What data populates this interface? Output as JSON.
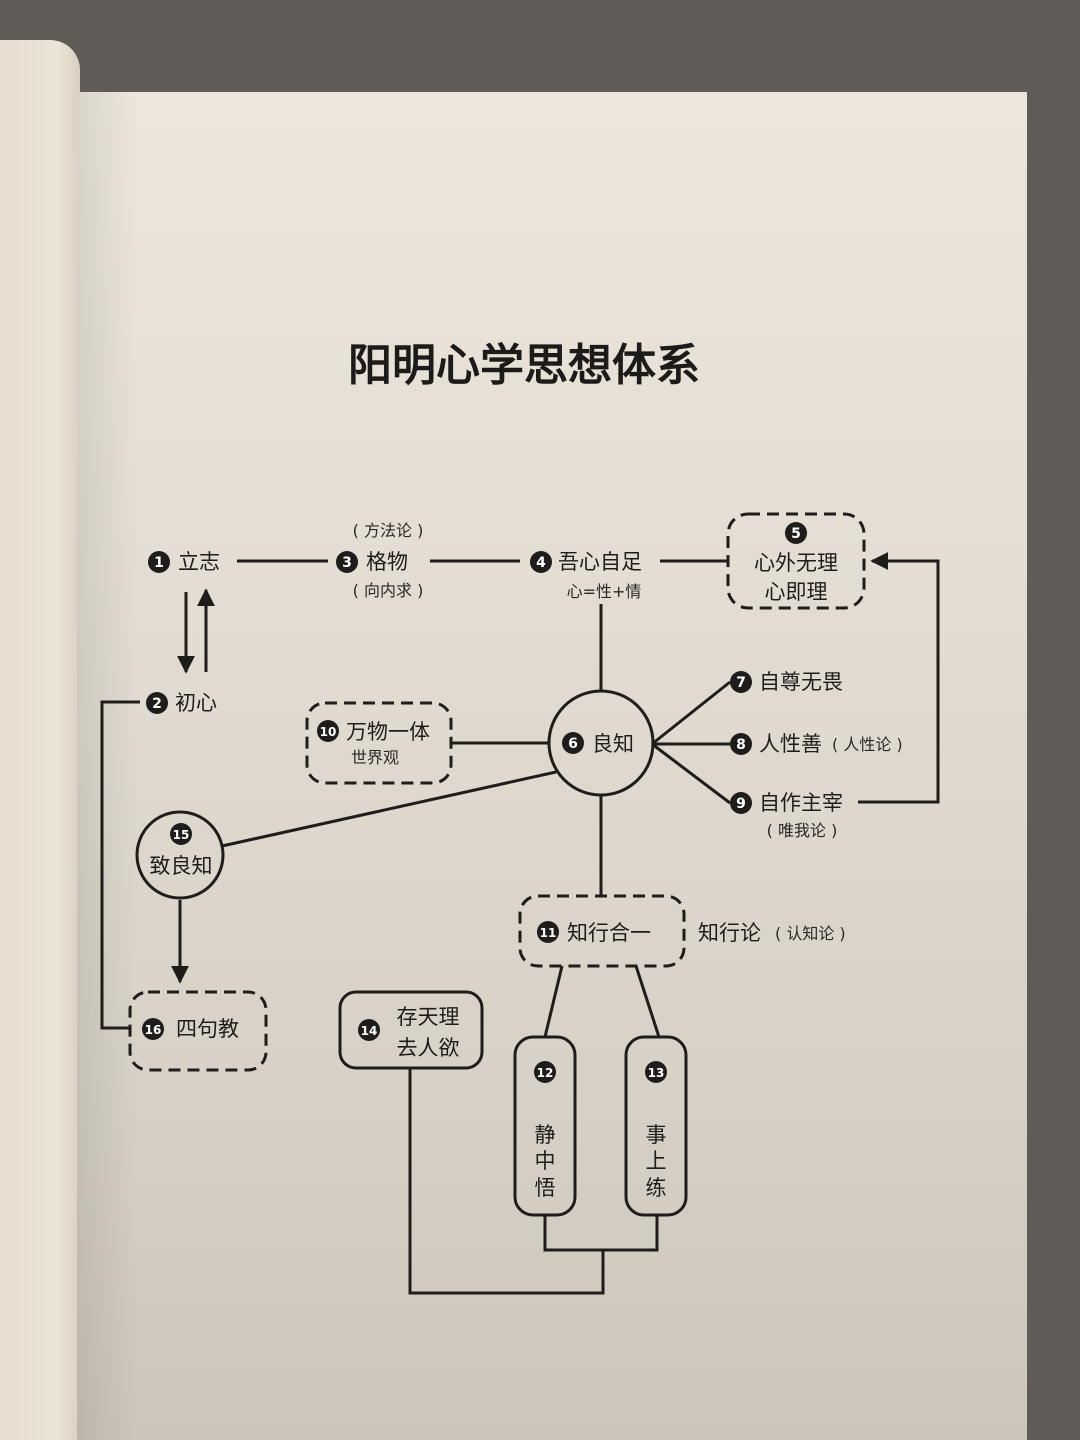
{
  "title": "阳明心学思想体系",
  "colors": {
    "ink": "#1f1d1b",
    "paper": "#e6e0d6",
    "background": "#5f5b57"
  },
  "nodes": {
    "n1": {
      "num": "1",
      "label": "立志"
    },
    "n2": {
      "num": "2",
      "label": "初心"
    },
    "n3": {
      "num": "3",
      "label": "格物",
      "note_top": "( 方法论 )",
      "note_bottom": "( 向内求 )"
    },
    "n4": {
      "num": "4",
      "label": "吾心自足",
      "note": "心=性+情"
    },
    "n5": {
      "num": "5",
      "line1": "心外无理",
      "line2": "心即理"
    },
    "n6": {
      "num": "6",
      "label": "良知"
    },
    "n7": {
      "num": "7",
      "label": "自尊无畏"
    },
    "n8": {
      "num": "8",
      "label": "人性善",
      "note": "( 人性论 )"
    },
    "n9": {
      "num": "9",
      "label": "自作主宰",
      "note": "( 唯我论 )"
    },
    "n10": {
      "num": "10",
      "label": "万物一体",
      "note": "世界观"
    },
    "n11": {
      "num": "11",
      "label": "知行合一",
      "side_label": "知行论",
      "side_note": "( 认知论 )"
    },
    "n12": {
      "num": "12",
      "c1": "静",
      "c2": "中",
      "c3": "悟"
    },
    "n13": {
      "num": "13",
      "c1": "事",
      "c2": "上",
      "c3": "练"
    },
    "n14": {
      "num": "14",
      "line1": "存天理",
      "line2": "去人欲"
    },
    "n15": {
      "num": "15",
      "label": "致良知"
    },
    "n16": {
      "num": "16",
      "label": "四句教"
    }
  },
  "edges": [
    {
      "from": "1",
      "to": "3",
      "type": "line"
    },
    {
      "from": "3",
      "to": "4",
      "type": "line"
    },
    {
      "from": "4",
      "to": "5",
      "type": "line"
    },
    {
      "from": "1",
      "to": "2",
      "type": "arrow"
    },
    {
      "from": "2",
      "to": "1",
      "type": "arrow"
    },
    {
      "from": "4",
      "to": "6",
      "type": "line"
    },
    {
      "from": "6",
      "to": "7",
      "type": "line"
    },
    {
      "from": "6",
      "to": "8",
      "type": "line"
    },
    {
      "from": "6",
      "to": "9",
      "type": "line"
    },
    {
      "from": "9",
      "to": "5",
      "type": "arrow"
    },
    {
      "from": "10",
      "to": "6",
      "type": "line"
    },
    {
      "from": "6",
      "to": "15",
      "type": "line"
    },
    {
      "from": "15",
      "to": "16",
      "type": "arrow"
    },
    {
      "from": "2",
      "to": "16",
      "type": "line"
    },
    {
      "from": "6",
      "to": "11",
      "type": "line"
    },
    {
      "from": "11",
      "to": "12",
      "type": "line"
    },
    {
      "from": "11",
      "to": "13",
      "type": "line"
    },
    {
      "from": "12",
      "to": "14",
      "type": "line"
    },
    {
      "from": "13",
      "to": "14",
      "type": "line"
    }
  ]
}
